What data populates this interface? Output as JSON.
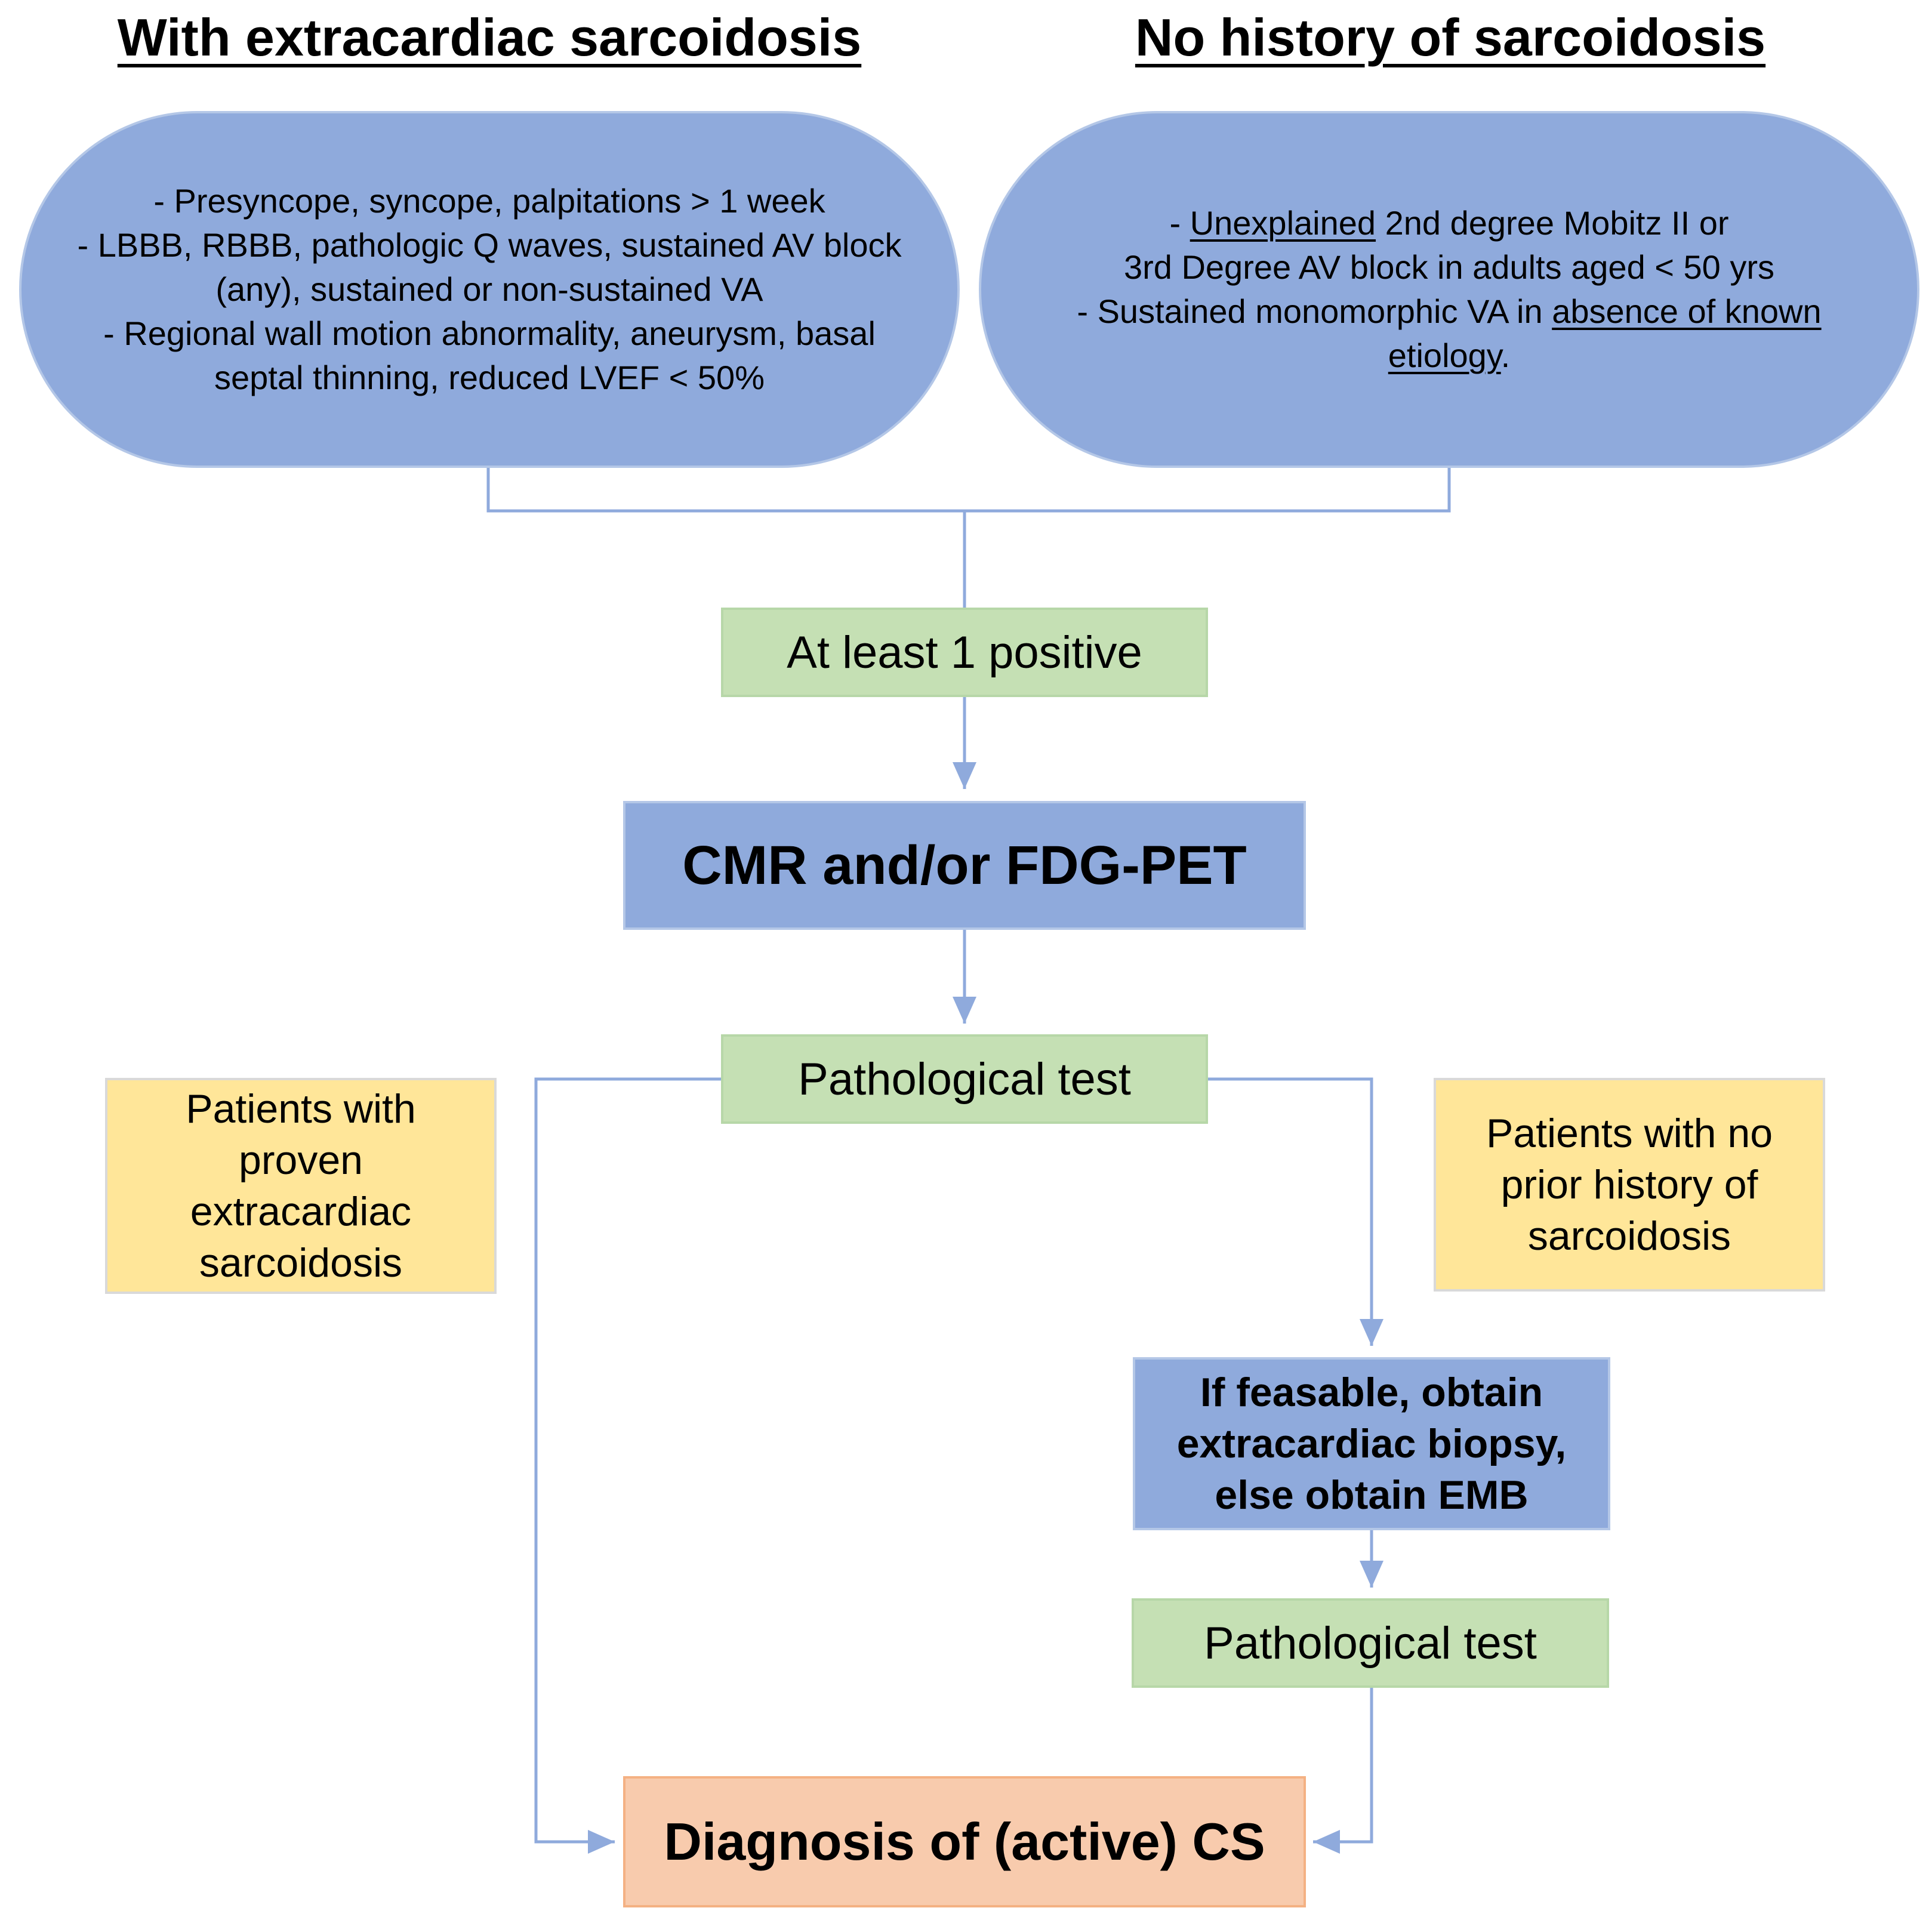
{
  "headers": {
    "left": "With extracardiac sarcoidosis",
    "right": "No history of sarcoidosis"
  },
  "left_oval": {
    "line1": "- Presyncope, syncope, palpitations > 1 week",
    "line2": "-  LBBB, RBBB, pathologic Q waves, sustained AV block",
    "line3": "(any), sustained or non-sustained VA",
    "line4": "-  Regional wall motion abnormality, aneurysm, basal",
    "line5": "septal thinning, reduced LVEF < 50%"
  },
  "right_oval": {
    "l1_prefix": "- ",
    "l1_underlined": "Unexplained",
    "l1_suffix": " 2nd degree Mobitz II or",
    "line2": "3rd Degree AV block in adults aged < 50 yrs",
    "l3_prefix": "- Sustained monomorphic VA in ",
    "l3_underlined": "absence of known",
    "l4_underlined": "etiology",
    "l4_suffix": "."
  },
  "at_least_positive": "At least 1 positive",
  "imaging": "CMR and/or FDG-PET",
  "pathological_test_1": "Pathological test",
  "yellow_left": {
    "line1": "Patients with",
    "line2": "proven",
    "line3": "extracardiac",
    "line4": "sarcoidosis"
  },
  "yellow_right": {
    "line1": "Patients with no",
    "line2": "prior history of",
    "line3": "sarcoidosis"
  },
  "biopsy": {
    "line1": "If feasable, obtain",
    "line2": "extracardiac biopsy,",
    "line3": "else obtain EMB"
  },
  "pathological_test_2": "Pathological test",
  "diagnosis": "Diagnosis of (active) CS",
  "colors": {
    "connector": "#8faadc",
    "blue_fill": "#8faadc",
    "green_fill": "#c5e0b4",
    "yellow_fill": "#ffe699",
    "salmon_fill": "#f8cbad"
  }
}
